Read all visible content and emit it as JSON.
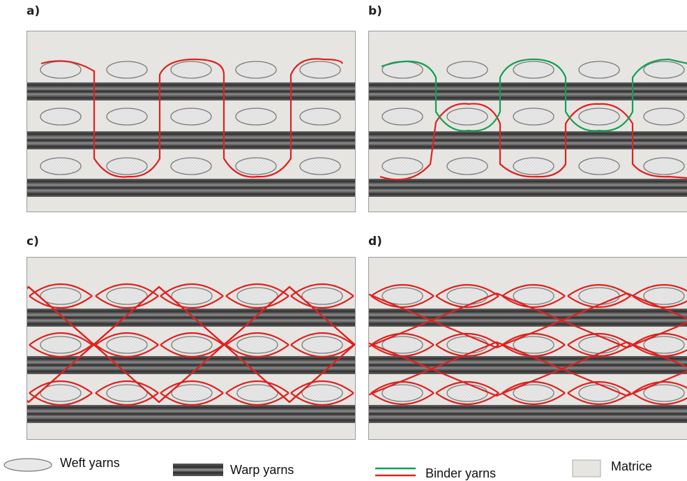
{
  "panels": [
    {
      "id": "a",
      "label": "a)",
      "binder": "ortho"
    },
    {
      "id": "b",
      "label": "b)",
      "binder": "layer"
    },
    {
      "id": "c",
      "label": "c)",
      "binder": "through"
    },
    {
      "id": "d",
      "label": "d)",
      "binder": "angle"
    }
  ],
  "legend": {
    "weft": "Weft yarns",
    "warp": "Warp yarns",
    "binder": "Binder yarns",
    "matrix": "Matrice"
  },
  "colors": {
    "binder_red": "#e0201f",
    "binder_green": "#12a054",
    "matrix": "#e6e5e1",
    "warp_dark": "#3c3c3c",
    "weft_fill": "#e8e8e8"
  }
}
